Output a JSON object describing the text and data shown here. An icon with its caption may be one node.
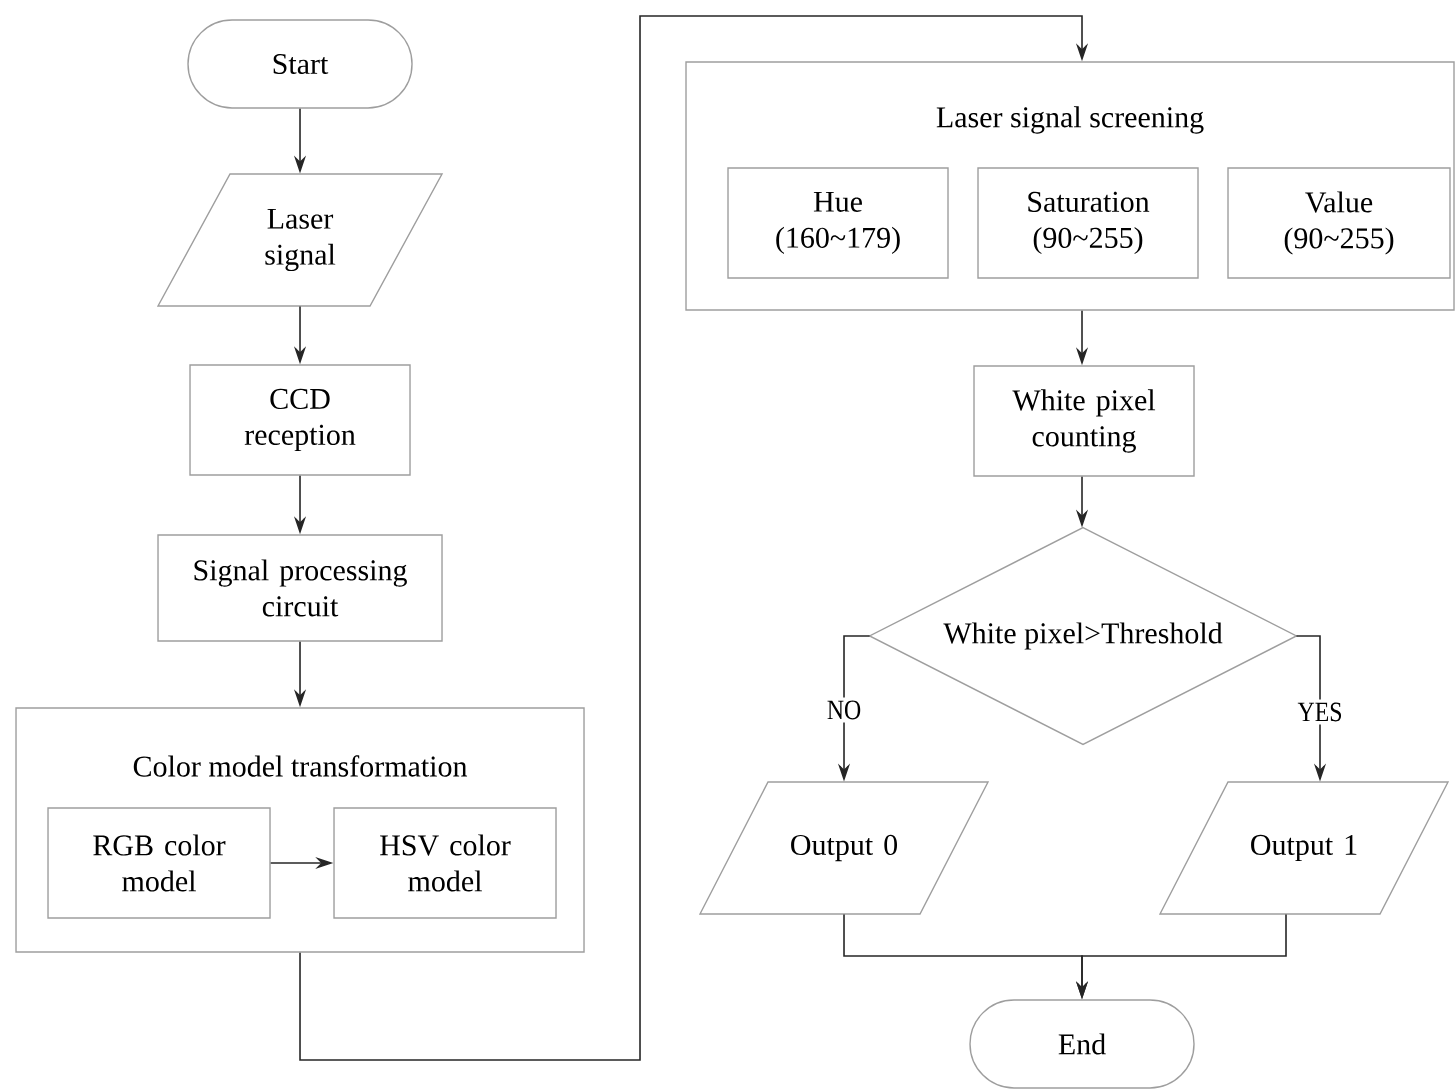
{
  "diagram": {
    "nodes": [
      {
        "text": [
          "Start"
        ]
      },
      {
        "text": [
          "Laser signal"
        ]
      },
      {
        "text": [
          "CCD reception"
        ]
      },
      {
        "text": [
          "Signal processing circuit"
        ]
      },
      {
        "text": [
          "Color model transformation"
        ]
      },
      {
        "text": [
          "RGB color model"
        ],
        "in": 4
      },
      {
        "text": [
          "HSV color model"
        ],
        "in": 4
      },
      {
        "text": [
          "Laser signal screening"
        ]
      },
      {
        "text": [
          "Hue (160~179)"
        ],
        "in": 7
      },
      {
        "text": [
          "Saturation (90~255)"
        ],
        "in": 7
      },
      {
        "text": [
          "Value (90~255)"
        ],
        "in": 7
      },
      {
        "text": [
          "White pixel counting"
        ]
      },
      {
        "text": [
          "White pixel>Threshold"
        ]
      },
      {
        "text": [
          "Output 0"
        ]
      },
      {
        "text": [
          "Output 1"
        ]
      },
      {
        "text": [
          "End"
        ]
      }
    ],
    "edges": [
      {
        "from": 0,
        "to": 1,
        "arrow": "to"
      },
      {
        "from": 1,
        "to": 2,
        "arrow": "to"
      },
      {
        "from": 2,
        "to": 3,
        "arrow": "to"
      },
      {
        "from": 3,
        "to": 4,
        "arrow": "to"
      },
      {
        "from": 5,
        "to": 6,
        "arrow": "to"
      },
      {
        "from": 4,
        "to": 7,
        "arrow": "to"
      },
      {
        "from": 7,
        "to": 11,
        "arrow": "to"
      },
      {
        "from": 11,
        "to": 12,
        "arrow": "to"
      },
      {
        "from": 12,
        "to": 13,
        "arrow": "to",
        "label": "NO"
      },
      {
        "from": 12,
        "to": 14,
        "arrow": "to",
        "label": "YES"
      },
      {
        "from": 13,
        "to": 15,
        "arrow": "to"
      },
      {
        "from": 14,
        "to": 15,
        "arrow": "to"
      }
    ]
  }
}
